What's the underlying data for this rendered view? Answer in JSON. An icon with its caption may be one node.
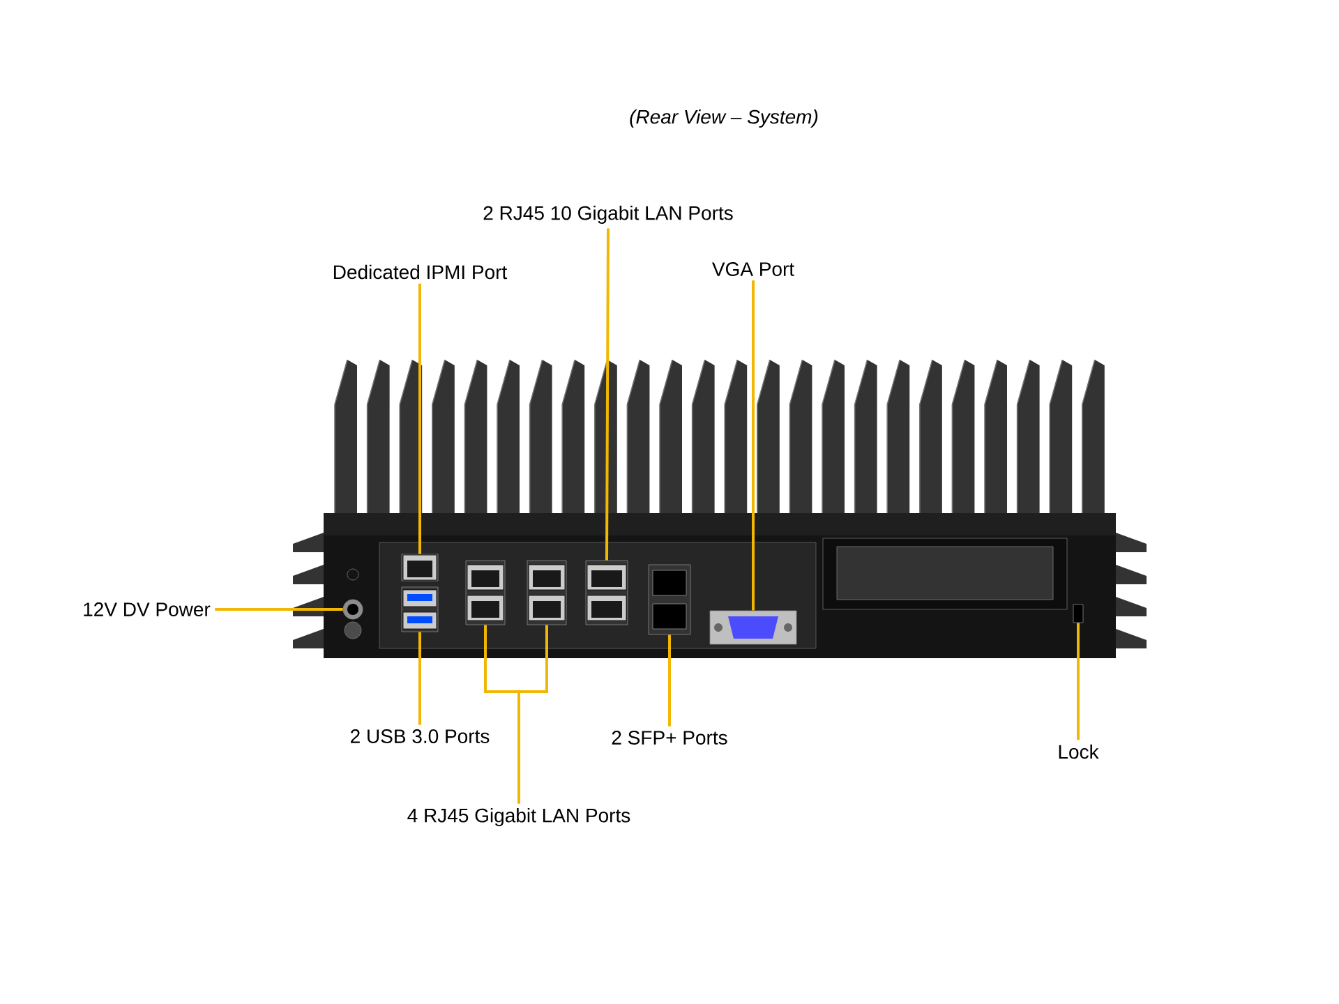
{
  "diagram": {
    "title": "(Rear View – System)",
    "nodes": [
      {
        "text": [
          "2 RJ45 10 Gigabit LAN Ports"
        ]
      },
      {
        "text": [
          "VGA Port"
        ]
      },
      {
        "text": [
          "Dedicated IPMI Port"
        ]
      },
      {
        "text": [
          "12V DV Power"
        ]
      },
      {
        "text": [
          "2 USB 3.0 Ports"
        ]
      },
      {
        "text": [
          "2 SFP+ Ports"
        ]
      },
      {
        "text": [
          "Lock"
        ]
      },
      {
        "text": [
          "4 RJ45 Gigabit LAN Ports"
        ]
      },
      {
        "text": [],
        "shape": "box"
      },
      {
        "text": [],
        "shape": "box"
      },
      {
        "text": [],
        "shape": "box"
      },
      {
        "text": [],
        "shape": "circle"
      },
      {
        "text": [],
        "shape": "box"
      },
      {
        "text": [],
        "shape": "box"
      },
      {
        "text": [],
        "shape": "box"
      },
      {
        "text": [],
        "shape": "box"
      },
      {
        "text": [],
        "shape": "box"
      }
    ],
    "edges": [
      {
        "from": 0,
        "to": 8,
        "arrow": "none"
      },
      {
        "from": 1,
        "to": 9,
        "arrow": "none"
      },
      {
        "from": 2,
        "to": 10,
        "arrow": "none"
      },
      {
        "from": 3,
        "to": 11,
        "arrow": "none"
      },
      {
        "from": 4,
        "to": 12,
        "arrow": "none"
      },
      {
        "from": 5,
        "to": 13,
        "arrow": "none"
      },
      {
        "from": 6,
        "to": 14,
        "arrow": "none"
      },
      {
        "from": 7,
        "to": 15,
        "arrow": "none"
      },
      {
        "from": 7,
        "to": 16,
        "arrow": "none"
      }
    ]
  }
}
